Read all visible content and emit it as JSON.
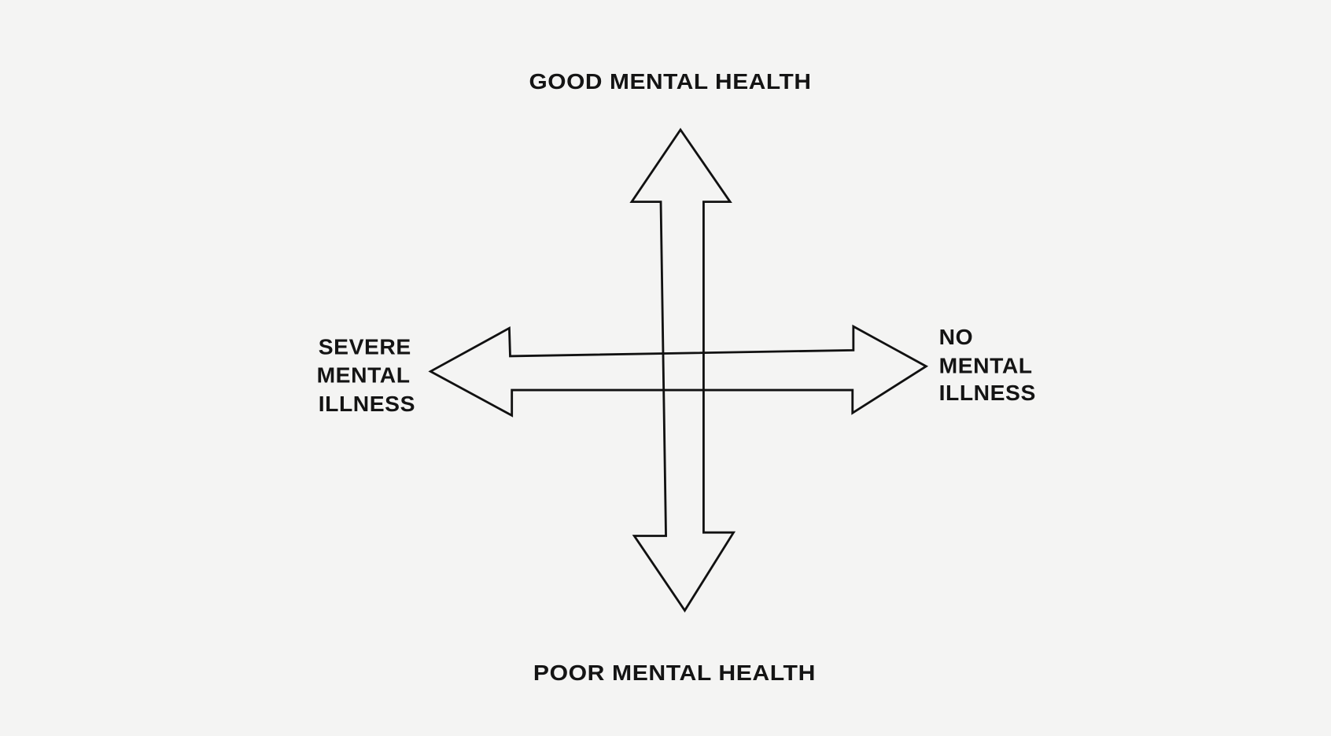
{
  "labels": {
    "top": "GOOD MENTAL HEALTH",
    "bottom": "POOR MENTAL HEALTH",
    "left": [
      "SEVERE",
      "MENTAL",
      "ILLNESS"
    ],
    "right": [
      "NO",
      "MENTAL",
      "ILLNESS"
    ]
  },
  "colors": {
    "background": "#f4f4f3",
    "ink": "#111111"
  }
}
